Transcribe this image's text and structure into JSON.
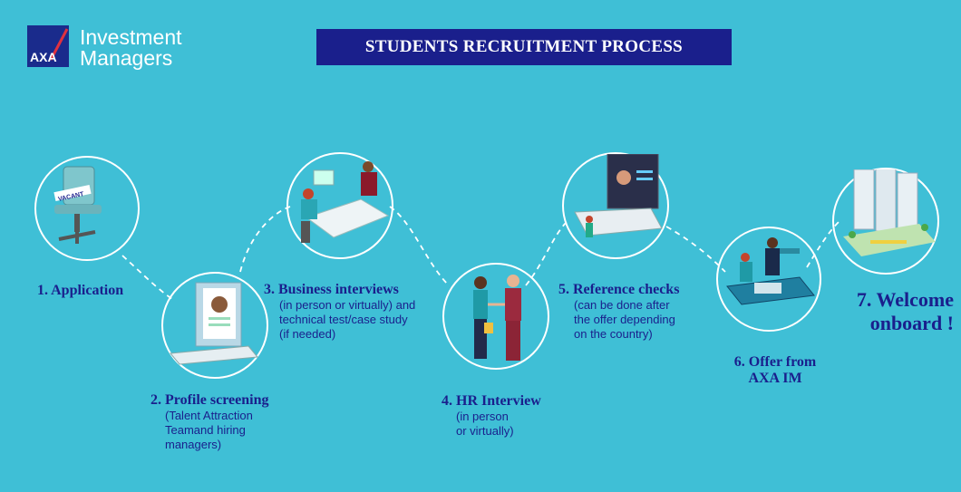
{
  "logo": {
    "brand": "AXA",
    "line1": "Investment",
    "line2": "Managers"
  },
  "title": "STUDENTS RECRUITMENT PROCESS",
  "steps": [
    {
      "title": "1. Application",
      "desc": []
    },
    {
      "title": "2. Profile screening",
      "desc": [
        "(Talent Attraction",
        "Teamand hiring",
        "managers)"
      ]
    },
    {
      "title": "3. Business interviews",
      "desc": [
        "(in person or virtually) and",
        "technical test/case study",
        "(if needed)"
      ]
    },
    {
      "title": "4. HR Interview",
      "desc": [
        "(in person",
        "or virtually)"
      ]
    },
    {
      "title": "5. Reference checks",
      "desc": [
        "(can be done after",
        "the offer depending",
        "on the country)"
      ]
    },
    {
      "title_line1": "6. Offer from",
      "title_line2": "AXA IM"
    },
    {
      "title_line1": "7. Welcome",
      "title_line2": "onboard !"
    }
  ],
  "illustration_labels": {
    "vacant": "VACANT"
  },
  "colors": {
    "background": "#3fbfd6",
    "navy": "#1a1f8c"
  }
}
